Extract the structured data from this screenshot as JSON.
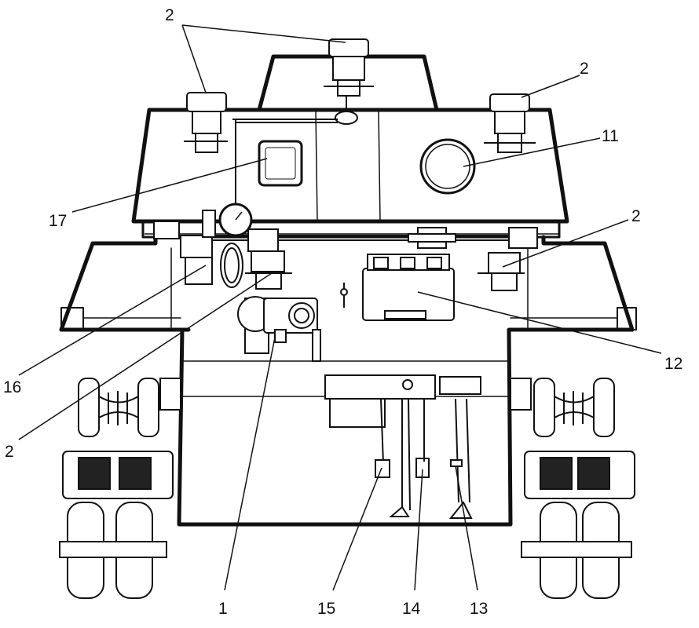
{
  "callouts": [
    {
      "id": "c2a",
      "text": "2"
    },
    {
      "id": "c2b",
      "text": "2"
    },
    {
      "id": "c11",
      "text": "11"
    },
    {
      "id": "c2c",
      "text": "2"
    },
    {
      "id": "c17",
      "text": "17"
    },
    {
      "id": "c12",
      "text": "12"
    },
    {
      "id": "c16",
      "text": "16"
    },
    {
      "id": "c2d",
      "text": "2"
    },
    {
      "id": "c1",
      "text": "1"
    },
    {
      "id": "c15",
      "text": "15"
    },
    {
      "id": "c14",
      "text": "14"
    },
    {
      "id": "c13",
      "text": "13"
    }
  ],
  "colors": {
    "ink": "#111111",
    "paper": "#ffffff",
    "hatch": "#222222"
  }
}
